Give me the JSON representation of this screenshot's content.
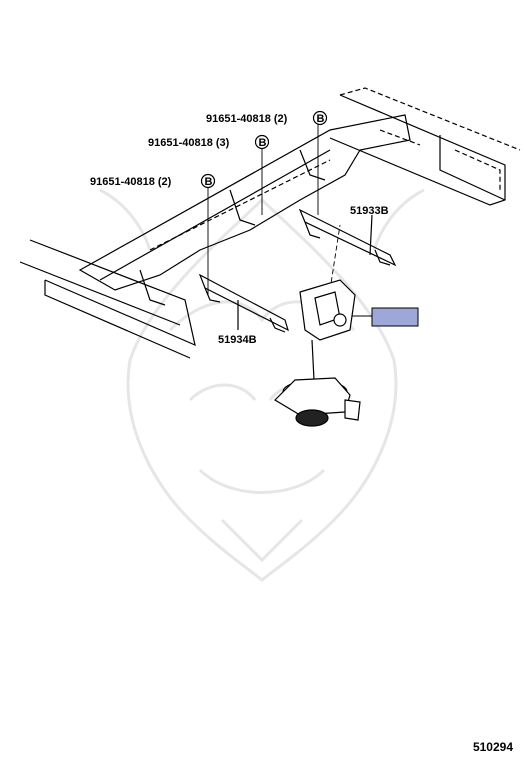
{
  "callouts": [
    {
      "part": "91651-40818 (2)",
      "ref": "B"
    },
    {
      "part": "91651-40818 (3)",
      "ref": "B"
    },
    {
      "part": "91651-40818 (2)",
      "ref": "B"
    }
  ],
  "parts": {
    "bracket_right": "51933B",
    "bracket_left": "51934B"
  },
  "highlight_color": "#9ea8d8",
  "diagram_number": "510294",
  "watermark": "samurai-mask"
}
